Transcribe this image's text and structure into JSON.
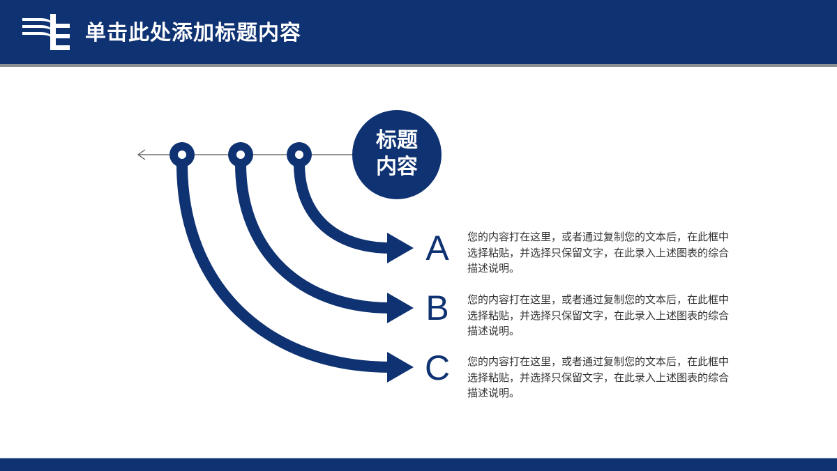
{
  "header": {
    "title": "单击此处添加标题内容",
    "logo_icon": "striped-flag-logo-icon",
    "background_color": "#0f3272"
  },
  "diagram": {
    "center_label_line1": "标题",
    "center_label_line2": "内容",
    "accent_color": "#0f3272",
    "axis_arrow_icon": "arrow-left-icon",
    "items": [
      {
        "letter": "A",
        "text": "您的内容打在这里，或者通过复制您的文本后，在此框中选择粘贴，并选择只保留文字，在此录入上述图表的综合描述说明。"
      },
      {
        "letter": "B",
        "text": "您的内容打在这里，或者通过复制您的文本后，在此框中选择粘贴，并选择只保留文字，在此录入上述图表的综合描述说明。"
      },
      {
        "letter": "C",
        "text": "您的内容打在这里，或者通过复制您的文本后，在此框中选择粘贴，并选择只保留文字，在此录入上述图表的综合描述说明。"
      }
    ]
  },
  "footer": {
    "background_color": "#0f3272"
  }
}
